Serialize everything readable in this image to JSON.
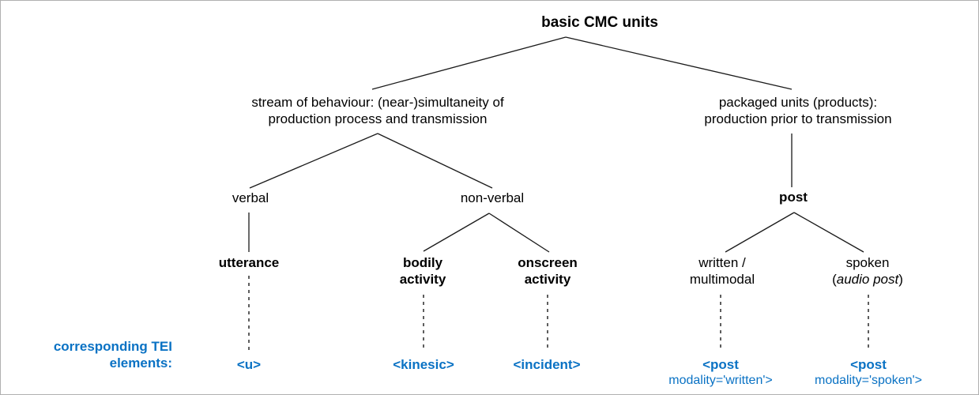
{
  "diagram": {
    "title": "basic CMC units",
    "colors": {
      "text": "#000000",
      "tei_blue": "#0a72c4",
      "edge": "#1a1a1a",
      "frame": "#b0b0b0"
    },
    "root": {
      "label": "basic CMC units"
    },
    "level1": {
      "stream": {
        "line1": "stream of behaviour: (near-)simultaneity of",
        "line2": "production process and transmission"
      },
      "packaged": {
        "line1": "packaged units (products):",
        "line2": "production prior to transmission"
      }
    },
    "level2": {
      "verbal": "verbal",
      "non_verbal": "non-verbal",
      "post": "post"
    },
    "level3": {
      "utterance": "utterance",
      "bodily_activity": {
        "line1": "bodily",
        "line2": "activity"
      },
      "onscreen_activity": {
        "line1": "onscreen",
        "line2": "activity"
      },
      "written_multimodal": {
        "line1": "written /",
        "line2": "multimodal"
      },
      "spoken": {
        "line1": "spoken",
        "line2_paren_open": "(",
        "line2_italic": "audio post",
        "line2_paren_close": ")"
      }
    },
    "tei_caption": {
      "line1": "corresponding TEI",
      "line2": "elements:"
    },
    "tei_elements": {
      "u": "<u>",
      "kinesic": "<kinesic>",
      "incident": "<incident>",
      "post_written": {
        "tag": "<post",
        "attr": "modality='written'>"
      },
      "post_spoken": {
        "tag": "<post",
        "attr": "modality='spoken'>"
      }
    }
  }
}
